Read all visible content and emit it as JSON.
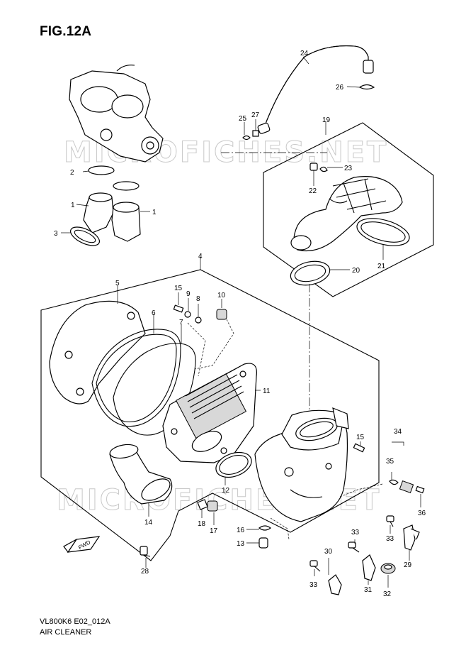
{
  "figure_title": "FIG.12A",
  "footer": {
    "code": "VL800K6 E02_012A",
    "name": "AIR CLEANER"
  },
  "watermark": "MICROFICHES.NET",
  "arrow_label": "FWD",
  "callouts": {
    "c1a": "1",
    "c1b": "1",
    "c2": "2",
    "c3": "3",
    "c4": "4",
    "c5": "5",
    "c6": "6",
    "c7": "7",
    "c8": "8",
    "c9": "9",
    "c10": "10",
    "c11": "11",
    "c12": "12",
    "c13": "13",
    "c14": "14",
    "c15a": "15",
    "c15b": "15",
    "c16": "16",
    "c17": "17",
    "c18": "18",
    "c19": "19",
    "c20": "20",
    "c21": "21",
    "c22": "22",
    "c23": "23",
    "c24": "24",
    "c25": "25",
    "c26": "26",
    "c27": "27",
    "c28": "28",
    "c29": "29",
    "c30": "30",
    "c31": "31",
    "c32": "32",
    "c33a": "33",
    "c33b": "33",
    "c33c": "33",
    "c34": "34",
    "c35": "35",
    "c36": "36"
  }
}
